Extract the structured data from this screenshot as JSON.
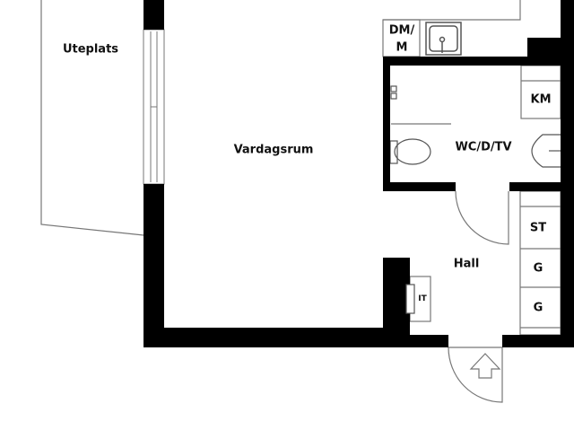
{
  "rooms": {
    "uteplats": "Uteplats",
    "vardagsrum": "Vardagsrum",
    "wc": "WC/D/TV",
    "hall": "Hall"
  },
  "fixtures": {
    "dm_line1": "DM/",
    "dm_line2": "M",
    "km": "KM",
    "st": "ST",
    "g1": "G",
    "g2": "G",
    "it": "IT"
  },
  "colors": {
    "wall": "#000000",
    "line": "#777777"
  }
}
